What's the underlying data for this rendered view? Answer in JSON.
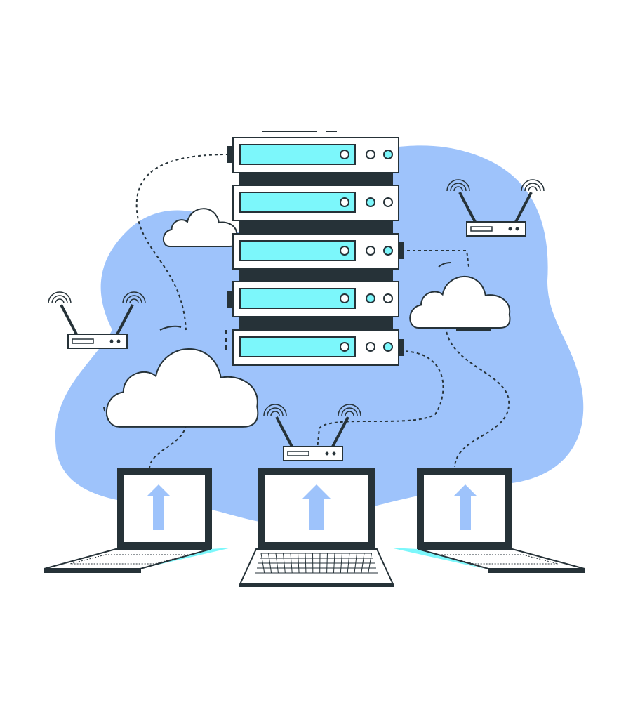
{
  "illustration": {
    "subject": "server-rack-network",
    "colors": {
      "background": "#ffffff",
      "blob": "#9ec3fb",
      "screen_cyan": "#7cf7fb",
      "outline": "#263238",
      "arrow": "#9ec3fb",
      "white": "#ffffff"
    },
    "icons": [
      "server-rack-icon",
      "cloud-icon",
      "wifi-router-icon",
      "laptop-icon",
      "upload-arrow-icon"
    ],
    "server_units": 5,
    "clouds": 3,
    "routers": 3,
    "laptops": 3
  }
}
